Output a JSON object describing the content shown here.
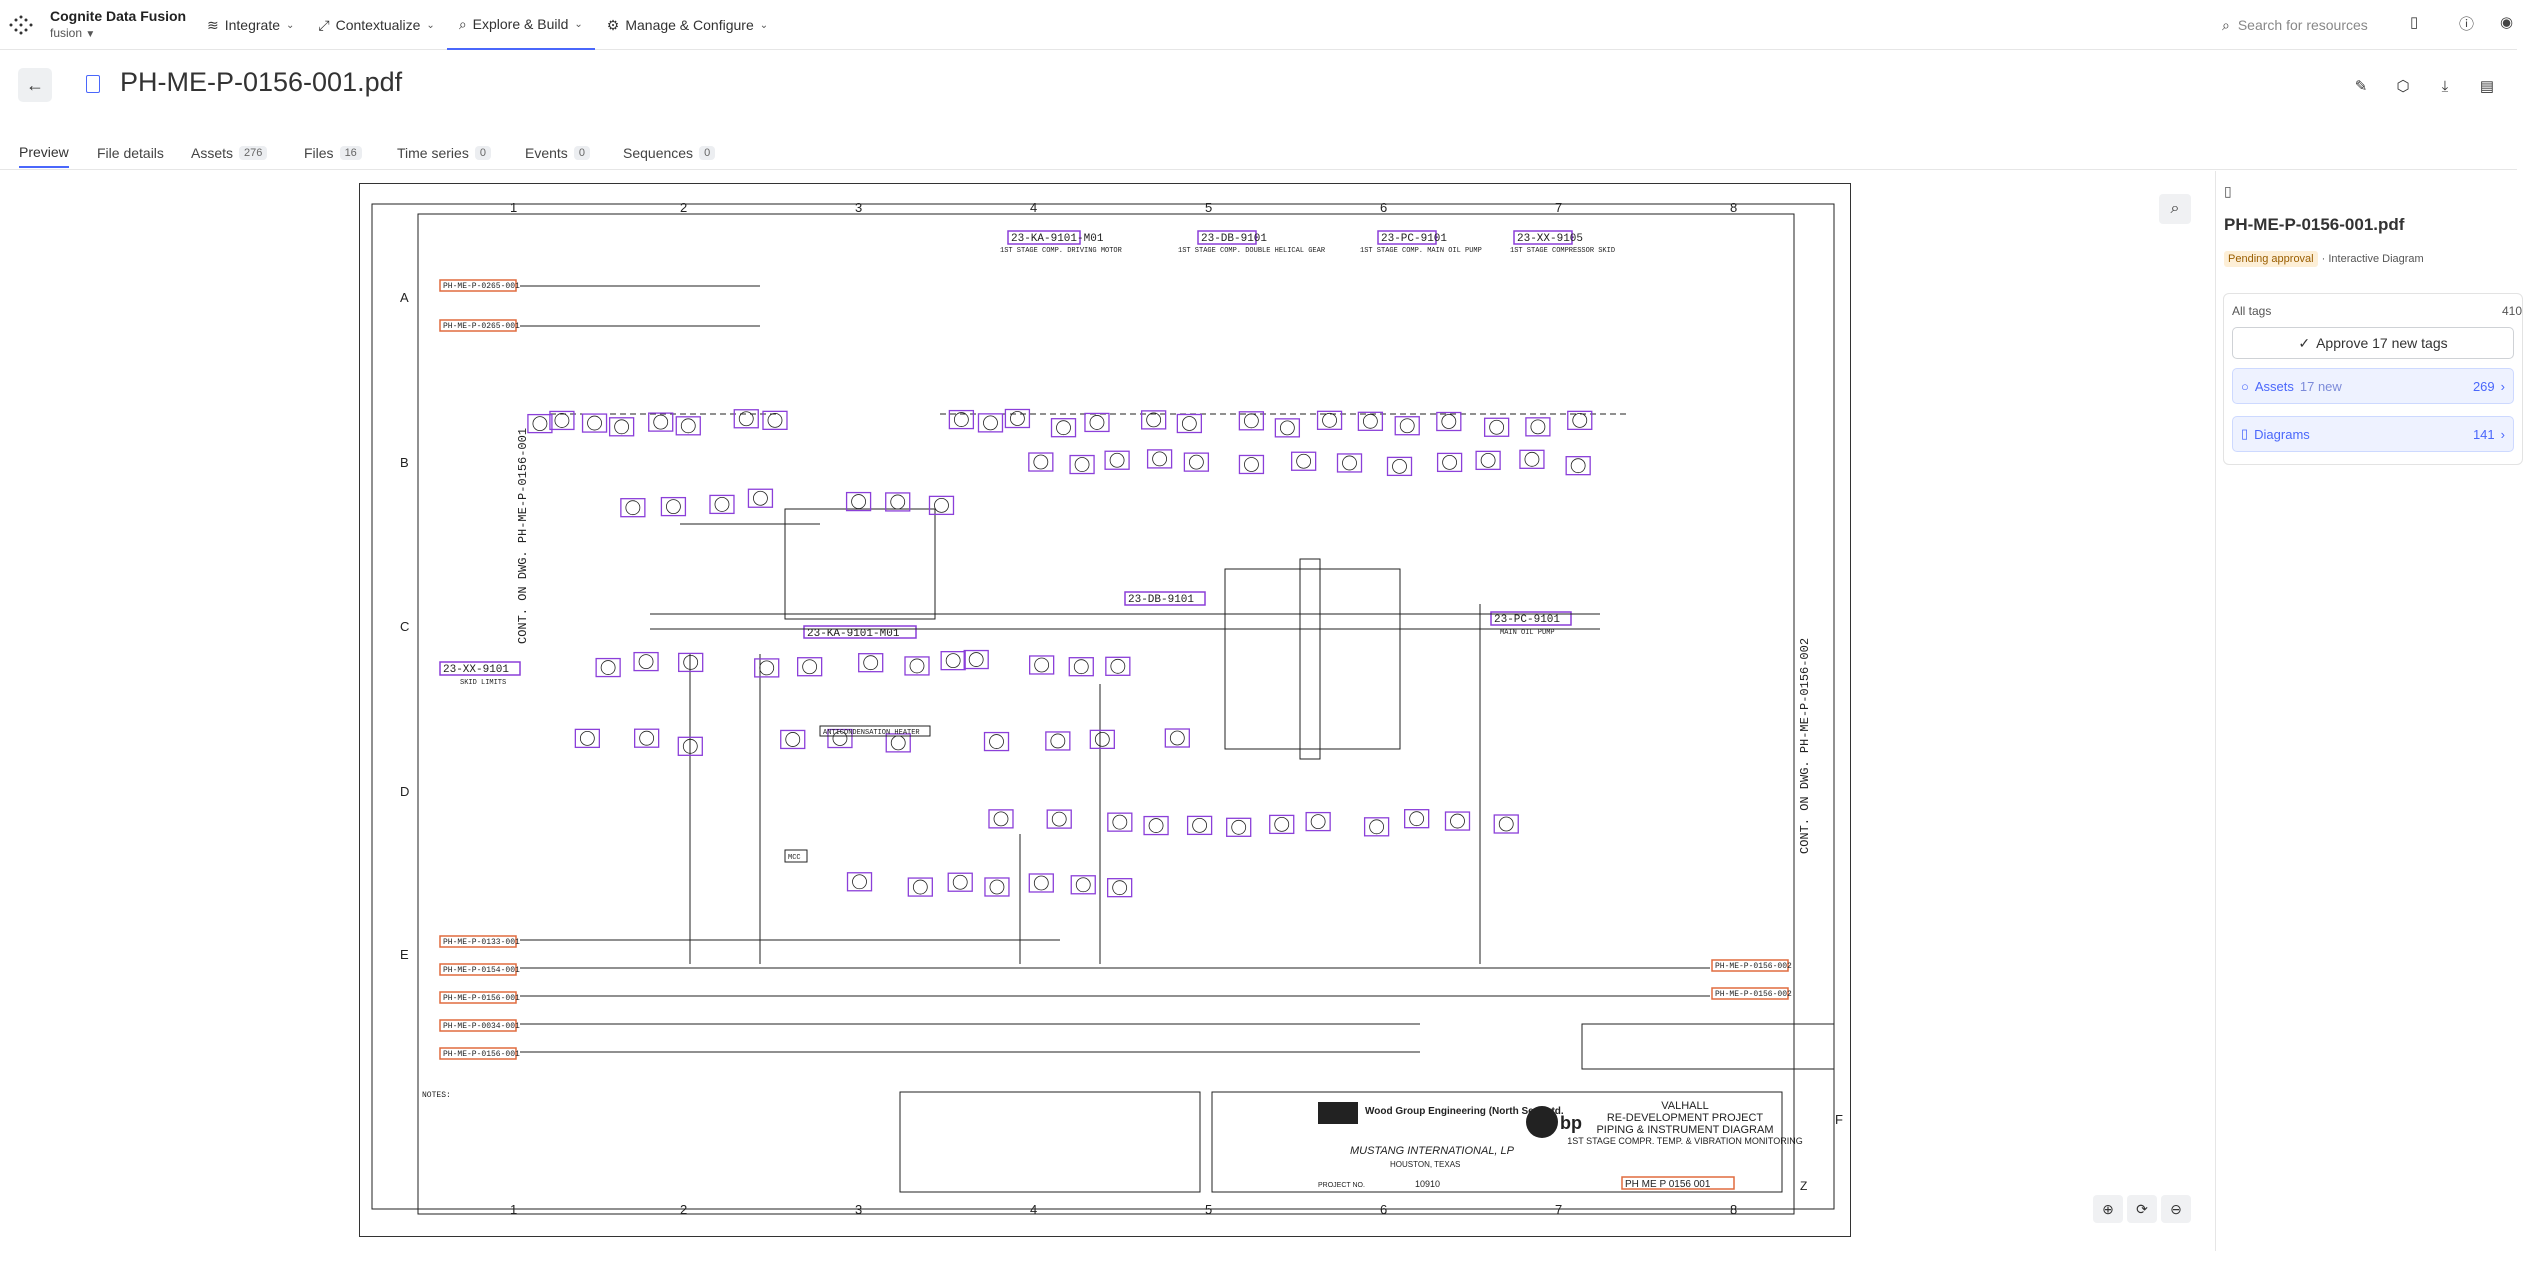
{
  "app": {
    "name": "Cognite Data Fusion",
    "project": "fusion"
  },
  "nav": [
    {
      "label": "Integrate",
      "icon": "integrate-icon"
    },
    {
      "label": "Contextualize",
      "icon": "contextualize-icon"
    },
    {
      "label": "Explore & Build",
      "icon": "search-icon",
      "active": true
    },
    {
      "label": "Manage & Configure",
      "icon": "gear-icon"
    }
  ],
  "search": {
    "placeholder": "Search for resources"
  },
  "file": {
    "title": "PH-ME-P-0156-001.pdf"
  },
  "tabs": [
    {
      "label": "Preview",
      "count": "",
      "active": true
    },
    {
      "label": "File details",
      "count": ""
    },
    {
      "label": "Assets",
      "count": "276"
    },
    {
      "label": "Files",
      "count": "16"
    },
    {
      "label": "Time series",
      "count": "0"
    },
    {
      "label": "Events",
      "count": "0"
    },
    {
      "label": "Sequences",
      "count": "0"
    }
  ],
  "panel": {
    "title": "PH-ME-P-0156-001.pdf",
    "status": "Pending approval",
    "subtitle": "· Interactive Diagram",
    "all_tags_label": "All tags",
    "all_tags_count": "410",
    "approve_label": "Approve 17 new tags",
    "assets": {
      "label": "Assets",
      "new": "17 new",
      "count": "269"
    },
    "diagrams": {
      "label": "Diagrams",
      "count": "141"
    }
  },
  "drawing": {
    "grid_cols": [
      "1",
      "2",
      "3",
      "4",
      "5",
      "6",
      "7",
      "8"
    ],
    "grid_rows": [
      "A",
      "B",
      "C",
      "D",
      "E",
      "F"
    ],
    "top_tags": [
      {
        "tag": "23-KA-9101-M01",
        "desc": "1ST STAGE COMP. DRIVING MOTOR"
      },
      {
        "tag": "23-DB-9101",
        "desc": "1ST STAGE COMP. DOUBLE HELICAL GEAR"
      },
      {
        "tag": "23-PC-9101",
        "desc": "1ST STAGE COMP. MAIN OIL PUMP"
      },
      {
        "tag": "23-XX-9105",
        "desc": "1ST STAGE COMPRESSOR SKID"
      }
    ],
    "mid_tags": [
      {
        "tag": "23-KA-9101-M01",
        "desc": ""
      },
      {
        "tag": "23-DB-9101",
        "desc": ""
      },
      {
        "tag": "23-PC-9101",
        "desc": "MAIN OIL PUMP"
      },
      {
        "tag": "23-XX-9101",
        "desc": "SKID LIMITS"
      }
    ],
    "left_refs": [
      "PH-ME-P-0265-001",
      "PH-ME-P-0265-001",
      "PH-ME-P-0133-001",
      "PH-ME-P-0154-001",
      "PH-ME-P-0156-001",
      "PH-ME-P-0034-001",
      "PH-ME-P-0156-001"
    ],
    "right_refs": [
      "PH-ME-P-0156-002",
      "PH-ME-P-0156-002"
    ],
    "cont_left": "CONT. ON DWG. PH-ME-P-0156-001",
    "cont_right": "CONT. ON DWG. PH-ME-P-0156-002",
    "company": "Wood Group Engineering (North Sea) Ltd.",
    "client": "MUSTANG INTERNATIONAL, LP",
    "city": "HOUSTON, TEXAS",
    "project_no_label": "PROJECT NO.",
    "project_no": "10910",
    "title_block": [
      "VALHALL",
      "RE-DEVELOPMENT PROJECT",
      "PIPING & INSTRUMENT DIAGRAM",
      "1ST STAGE COMPR. TEMP. & VIBRATION MONITORING"
    ],
    "drawing_no": "PH ME P 0156 001",
    "rev": "Z",
    "notes_label": "NOTES:",
    "anticond": "ANTICONDENSATION HEATER",
    "mcc": "MCC"
  }
}
